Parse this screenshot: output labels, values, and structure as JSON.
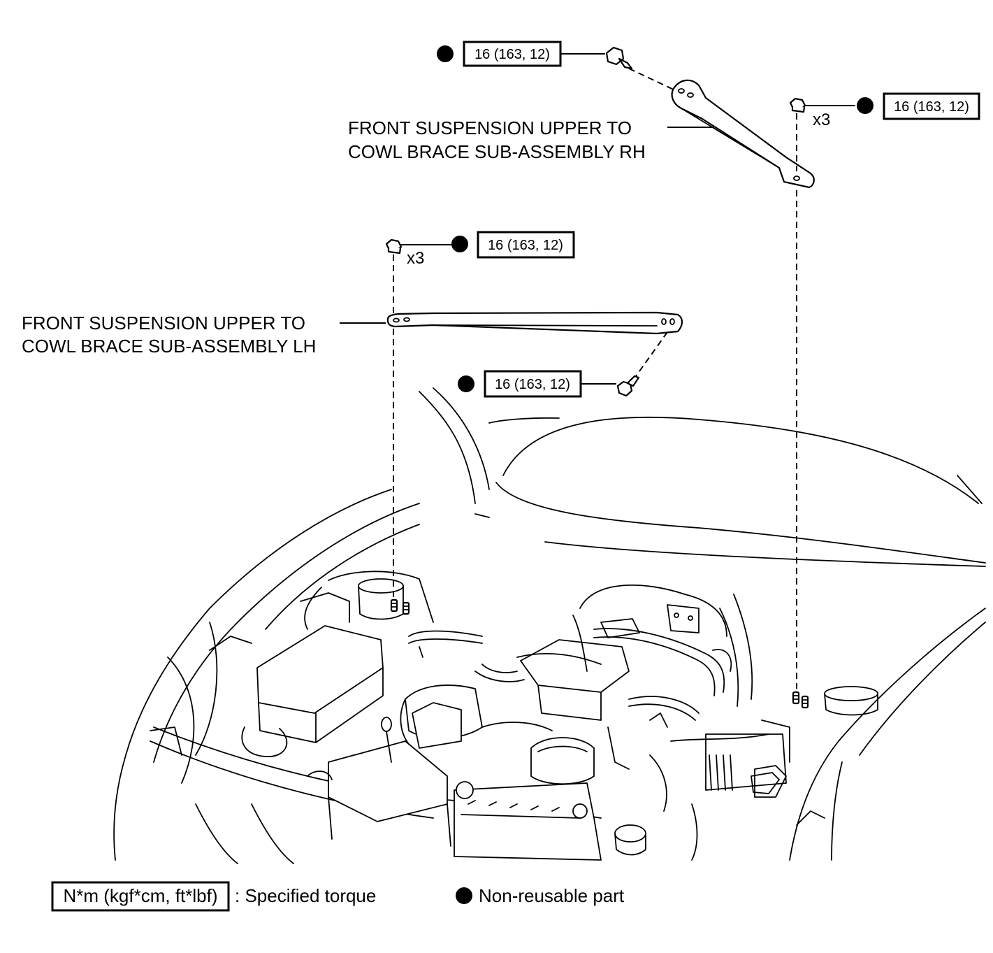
{
  "labels": {
    "rh_line1": "FRONT SUSPENSION UPPER TO",
    "rh_line2": "COWL BRACE SUB-ASSEMBLY RH",
    "lh_line1": "FRONT SUSPENSION UPPER TO",
    "lh_line2": "COWL BRACE SUB-ASSEMBLY LH"
  },
  "torque": {
    "rh_bolt": "16 (163, 12)",
    "rh_nut": "16 (163, 12)",
    "lh_nut": "16 (163, 12)",
    "lh_bolt": "16 (163, 12)"
  },
  "quantity": {
    "rh_nut": "x3",
    "lh_nut": "x3"
  },
  "legend": {
    "torque_unit": "N*m (kgf*cm, ft*lbf)",
    "torque_desc": ": Specified torque",
    "nonreusable_desc": "Non-reusable part"
  }
}
